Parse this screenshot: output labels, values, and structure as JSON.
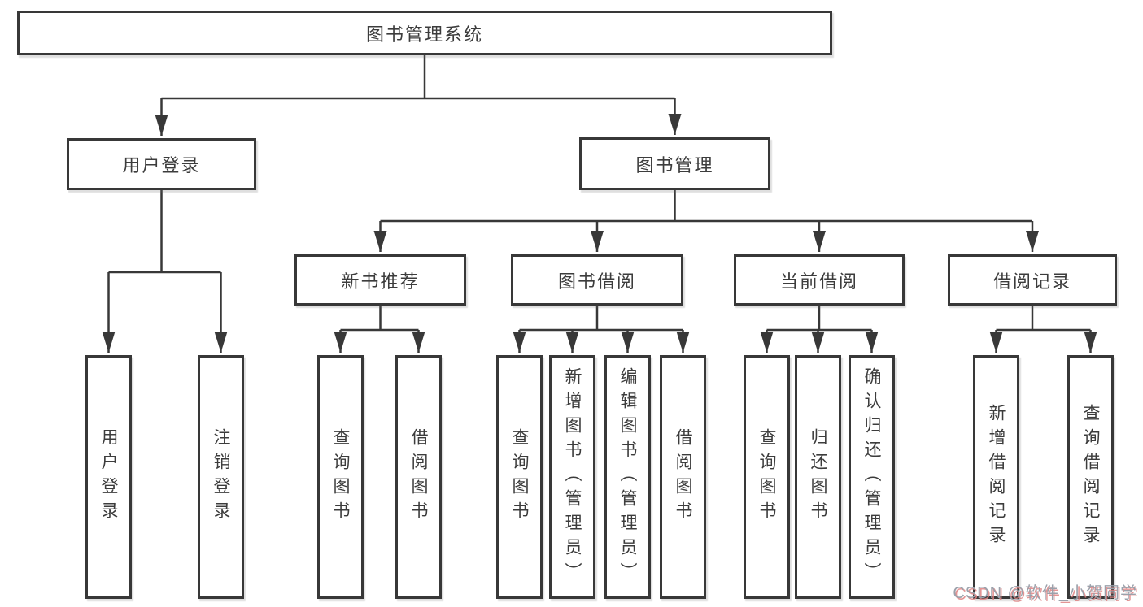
{
  "tree": {
    "root": "图书管理系统",
    "branches": [
      {
        "label": "用户登录",
        "children": [
          {
            "label": "用户登录"
          },
          {
            "label": "注销登录"
          }
        ]
      },
      {
        "label": "图书管理",
        "children": [
          {
            "label": "新书推荐",
            "children": [
              {
                "label": "查询图书"
              },
              {
                "label": "借阅图书"
              }
            ]
          },
          {
            "label": "图书借阅",
            "children": [
              {
                "label": "查询图书"
              },
              {
                "label": "新增图书（管理员）"
              },
              {
                "label": "编辑图书（管理员）"
              },
              {
                "label": "借阅图书"
              }
            ]
          },
          {
            "label": "当前借阅",
            "children": [
              {
                "label": "查询图书"
              },
              {
                "label": "归还图书"
              },
              {
                "label": "确认归还（管理员）"
              }
            ]
          },
          {
            "label": "借阅记录",
            "children": [
              {
                "label": "新增借阅记录"
              },
              {
                "label": "查询借阅记录"
              }
            ]
          }
        ]
      }
    ]
  },
  "watermark": {
    "text": "CSDN @软件_小贺同学"
  },
  "colors": {
    "background": "#ffffff",
    "line": "#383838",
    "box_border": "#383838",
    "text": "#3c3c3c",
    "watermark_text": "#9ba1ab",
    "watermark_shadow": "#de8282"
  }
}
